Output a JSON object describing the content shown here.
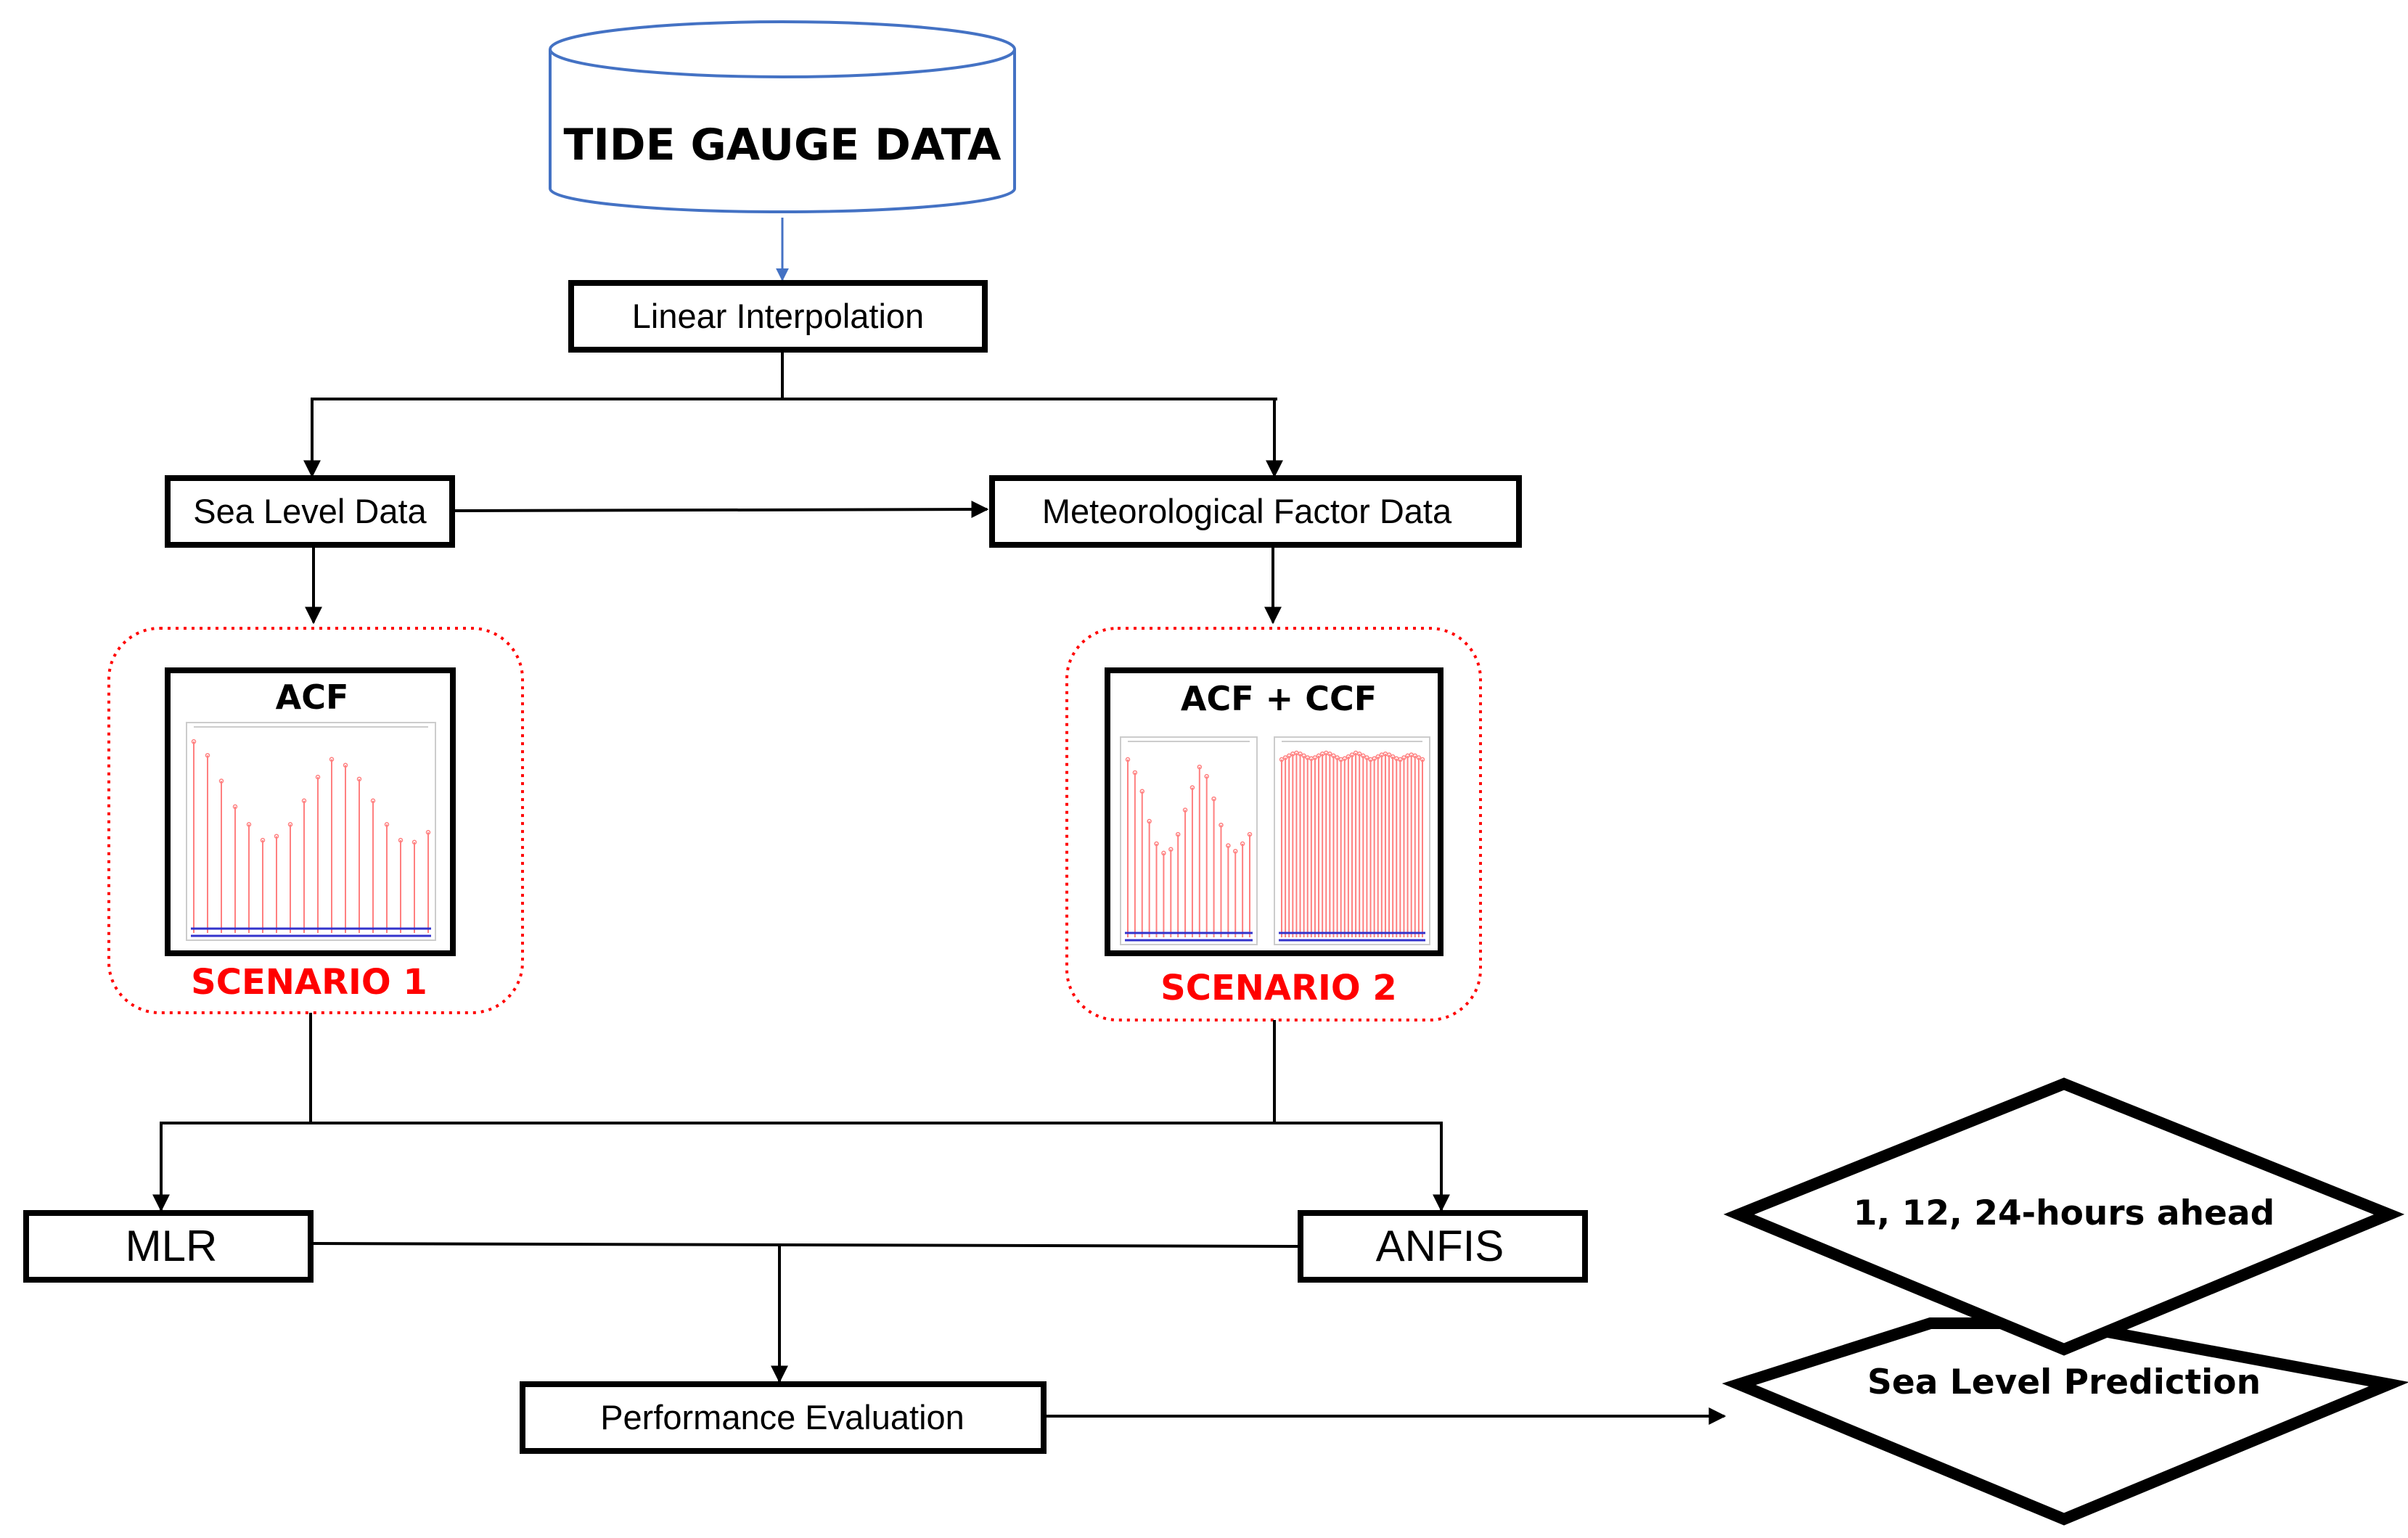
{
  "title": "TIDE GAUGE DATA",
  "nodes": {
    "linear_interpolation": "Linear Interpolation",
    "sea_level_data": "Sea Level Data",
    "meteorological_factor_data": "Meteorological Factor Data",
    "mlr": "MLR",
    "anfis": "ANFIS",
    "performance_evaluation": "Performance Evaluation"
  },
  "scenarios": [
    {
      "plot_label": "ACF",
      "scenario_label": "SCENARIO 1"
    },
    {
      "plot_label": "ACF + CCF",
      "scenario_label": "SCENARIO 2"
    }
  ],
  "outputs": {
    "horizon": "1, 12, 24-hours ahead",
    "prediction": "Sea Level Prediction"
  },
  "plot_values": {
    "acf": [
      0.97,
      0.9,
      0.77,
      0.64,
      0.55,
      0.47,
      0.49,
      0.55,
      0.67,
      0.79,
      0.88,
      0.85,
      0.78,
      0.67,
      0.55,
      0.47,
      0.46,
      0.51
    ],
    "acf_small": [
      0.95,
      0.88,
      0.78,
      0.62,
      0.5,
      0.45,
      0.47,
      0.55,
      0.68,
      0.8,
      0.91,
      0.86,
      0.74,
      0.6,
      0.49,
      0.46,
      0.5,
      0.55
    ],
    "ccf": [
      0.95,
      0.96,
      0.97,
      0.98,
      0.985,
      0.98,
      0.97,
      0.96,
      0.955,
      0.96,
      0.97,
      0.98,
      0.985,
      0.98,
      0.97,
      0.96,
      0.95,
      0.955,
      0.965,
      0.975,
      0.985,
      0.98,
      0.97,
      0.96,
      0.95,
      0.955,
      0.965,
      0.975,
      0.98,
      0.975,
      0.965,
      0.955,
      0.95,
      0.96,
      0.97,
      0.975,
      0.97,
      0.96,
      0.95
    ]
  },
  "colors": {
    "cylinder_stroke": "#4472C4",
    "scenario_text": "#FF0000",
    "stem": "#FF8080",
    "confidence": "#3333CC",
    "line": "#000000"
  }
}
